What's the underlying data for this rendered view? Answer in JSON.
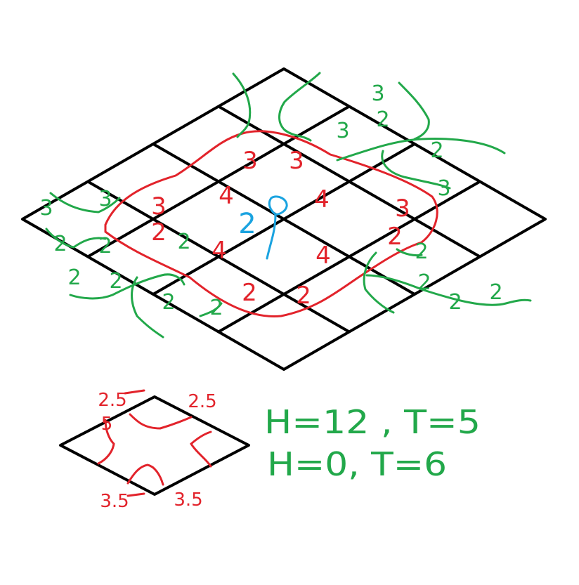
{
  "colors": {
    "grid": "#000000",
    "red": "#e2232b",
    "green": "#22a84a",
    "blue": "#1aa3e0",
    "background": "#ffffff"
  },
  "grid_cells": 4,
  "cell_labels": {
    "red": [
      {
        "id": "r-top-a",
        "text": "3"
      },
      {
        "id": "r-top-b",
        "text": "3"
      },
      {
        "id": "r-left-a",
        "text": "3"
      },
      {
        "id": "r-left-b",
        "text": "2"
      },
      {
        "id": "r-right-a",
        "text": "3"
      },
      {
        "id": "r-right-b",
        "text": "2"
      },
      {
        "id": "r-bot-a",
        "text": "2"
      },
      {
        "id": "r-bot-b",
        "text": "2"
      },
      {
        "id": "r-center-n",
        "text": "4"
      },
      {
        "id": "r-center-e",
        "text": "4"
      },
      {
        "id": "r-center-w",
        "text": "4"
      },
      {
        "id": "r-center-s",
        "text": "4"
      }
    ],
    "blue": [
      {
        "id": "b-center",
        "text": "2"
      }
    ],
    "green": [
      {
        "id": "g-tr-1",
        "text": "3"
      },
      {
        "id": "g-tr-2",
        "text": "2"
      },
      {
        "id": "g-tr-3",
        "text": "3"
      },
      {
        "id": "g-tr-4",
        "text": "2"
      },
      {
        "id": "g-r-1",
        "text": "3"
      },
      {
        "id": "g-l-1",
        "text": "3"
      },
      {
        "id": "g-l-2",
        "text": "3"
      },
      {
        "id": "g-l-3",
        "text": "2"
      },
      {
        "id": "g-l-4",
        "text": "2"
      },
      {
        "id": "g-l-5",
        "text": "2"
      },
      {
        "id": "g-l-6",
        "text": "2"
      },
      {
        "id": "g-l-7",
        "text": "2"
      },
      {
        "id": "g-b-1",
        "text": "2"
      },
      {
        "id": "g-b-2",
        "text": "2"
      },
      {
        "id": "g-br-1",
        "text": "2"
      },
      {
        "id": "g-br-2",
        "text": "2"
      },
      {
        "id": "g-br-3",
        "text": "2"
      },
      {
        "id": "g-br-4",
        "text": "2"
      }
    ]
  },
  "small_tile": {
    "corner_labels": [
      "2.5",
      "2.5",
      "3.5",
      "3.5"
    ],
    "side_label": "5"
  },
  "equations": {
    "line1": "H=12 , T=5",
    "line2": "H=0, T=6"
  }
}
